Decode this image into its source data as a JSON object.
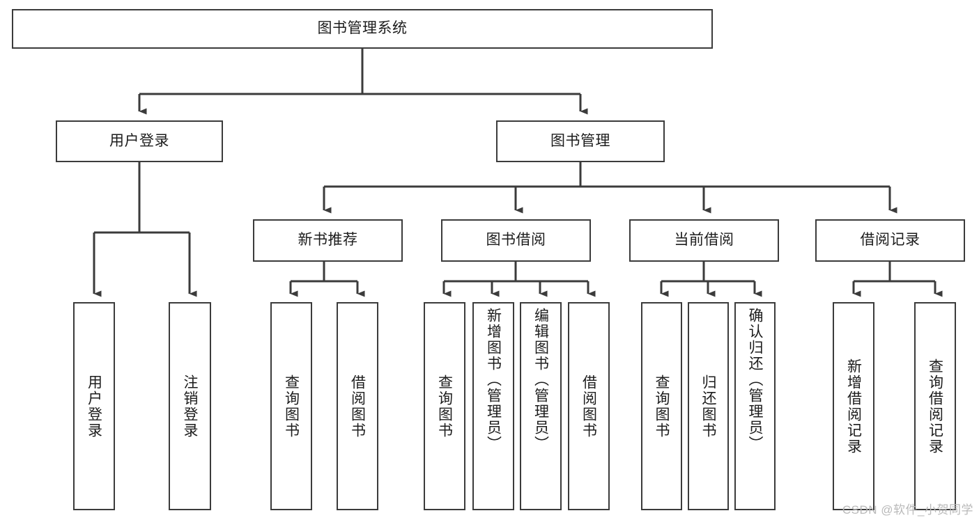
{
  "diagram": {
    "title": "图书管理系统",
    "type": "tree",
    "watermark": "CSDN @软件_小贺同学",
    "colors": {
      "box_border": "#3b3b3b",
      "box_fill": "#ffffff",
      "edge": "#3b3b3b",
      "text": "#1c1c1c",
      "watermark": "#b9b9b9",
      "background": "#ffffff"
    },
    "levels": {
      "root": "图书管理系统",
      "level2": [
        "用户登录",
        "图书管理"
      ],
      "level3": [
        "新书推荐",
        "图书借阅",
        "当前借阅",
        "借阅记录"
      ],
      "level4": [
        "用户登录",
        "注销登录",
        "查询图书",
        "借阅图书",
        "查询图书",
        "新增图书（管理员）",
        "编辑图书（管理员）",
        "借阅图书",
        "查询图书",
        "归还图书",
        "确认归还（管理员）",
        "新增借阅记录",
        "查询借阅记录"
      ]
    },
    "nodes": {
      "root": {
        "label": "图书管理系统"
      },
      "user_login": {
        "label": "用户登录"
      },
      "book_manage": {
        "label": "图书管理"
      },
      "new_book_rec": {
        "label": "新书推荐"
      },
      "book_borrow": {
        "label": "图书借阅"
      },
      "current_borrow": {
        "label": "当前借阅"
      },
      "borrow_record": {
        "label": "借阅记录"
      },
      "leaf_user_login": {
        "label": "用户登录"
      },
      "leaf_logout": {
        "label": "注销登录"
      },
      "leaf_query_book_1": {
        "label": "查询图书"
      },
      "leaf_borrow_book_1": {
        "label": "借阅图书"
      },
      "leaf_query_book_2": {
        "label": "查询图书"
      },
      "leaf_add_book_admin": {
        "label": "新增图书（管理员）"
      },
      "leaf_edit_book_admin": {
        "label": "编辑图书（管理员）"
      },
      "leaf_borrow_book_2": {
        "label": "借阅图书"
      },
      "leaf_query_book_3": {
        "label": "查询图书"
      },
      "leaf_return_book": {
        "label": "归还图书"
      },
      "leaf_confirm_return_admin": {
        "label": "确认归还（管理员）"
      },
      "leaf_add_record": {
        "label": "新增借阅记录"
      },
      "leaf_query_record": {
        "label": "查询借阅记录"
      }
    }
  }
}
